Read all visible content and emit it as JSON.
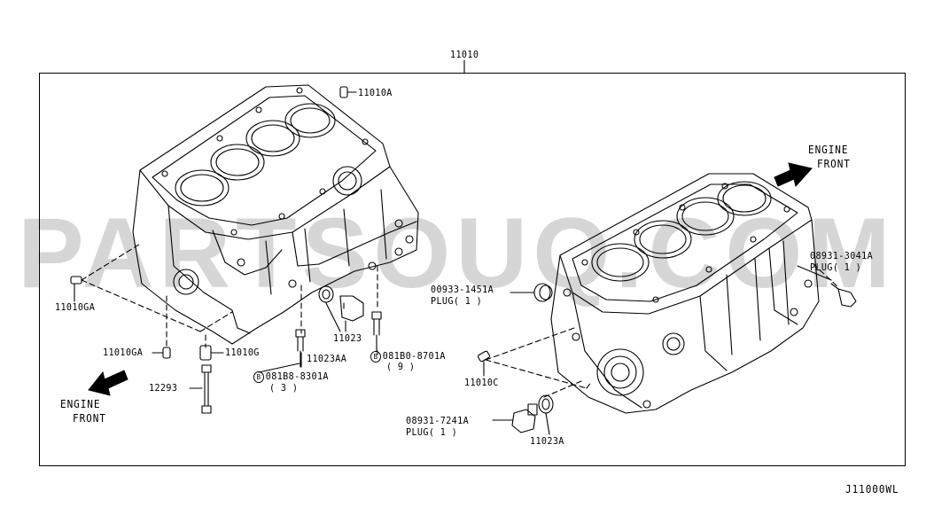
{
  "diagram": {
    "assembly_number": "11010",
    "diagram_code": "J11000WL",
    "watermark": "PARTSOUQ.COM",
    "left_block": {
      "front_label_1": "ENGINE",
      "front_label_2": "FRONT",
      "parts": {
        "p11010A": "11010A",
        "p11010GA_left": "11010GA",
        "p11010GA_bottom": "11010GA",
        "p11010G": "11010G",
        "p12293": "12293",
        "p11023AA": "11023AA",
        "p11023": "11023",
        "bolt_a_code": "081B8-8301A",
        "bolt_a_qty": "( 3 )",
        "bolt_b_code": "081B0-8701A",
        "bolt_b_qty": "( 9 )",
        "bolt_symbol": "B"
      }
    },
    "right_block": {
      "front_label_1": "ENGINE",
      "front_label_2": "FRONT",
      "parts": {
        "plug_a_code": "08931-3041A",
        "plug_a_desc": "PLUG( 1 )",
        "plug_b_code": "00933-1451A",
        "plug_b_desc": "PLUG( 1 )",
        "p11010C": "11010C",
        "plug_c_code": "08931-7241A",
        "plug_c_desc": "PLUG( 1 )",
        "p11023A": "11023A"
      }
    }
  }
}
